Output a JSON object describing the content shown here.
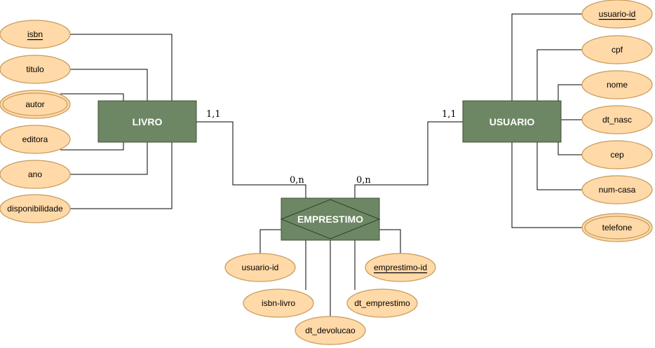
{
  "entities": {
    "livro": "LIVRO",
    "usuario": "USUARIO",
    "emprestimo": "EMPRESTIMO"
  },
  "cardinalities": {
    "livro_side": "1,1",
    "livro_rel": "0,n",
    "usuario_rel": "0,n",
    "usuario_side": "1,1"
  },
  "livro_attrs": {
    "isbn": "isbn",
    "titulo": "titulo",
    "autor": "autor",
    "editora": "editora",
    "ano": "ano",
    "disponibilidade": "disponibilidade"
  },
  "usuario_attrs": {
    "usuario_id": "usuario-id",
    "cpf": "cpf",
    "nome": "nome",
    "dt_nasc": "dt_nasc",
    "cep": "cep",
    "num_casa": "num-casa",
    "telefone": "telefone"
  },
  "emprestimo_attrs": {
    "usuario_id": "usuario-id",
    "isbn_livro": "isbn-livro",
    "dt_devolucao": "dt_devolucao",
    "dt_emprestimo": "dt_emprestimo",
    "emprestimo_id": "emprestimo-id"
  },
  "colors": {
    "attribute_fill": "#ffd9a8",
    "attribute_stroke": "#c89a5a",
    "entity_fill": "#6d8764"
  }
}
